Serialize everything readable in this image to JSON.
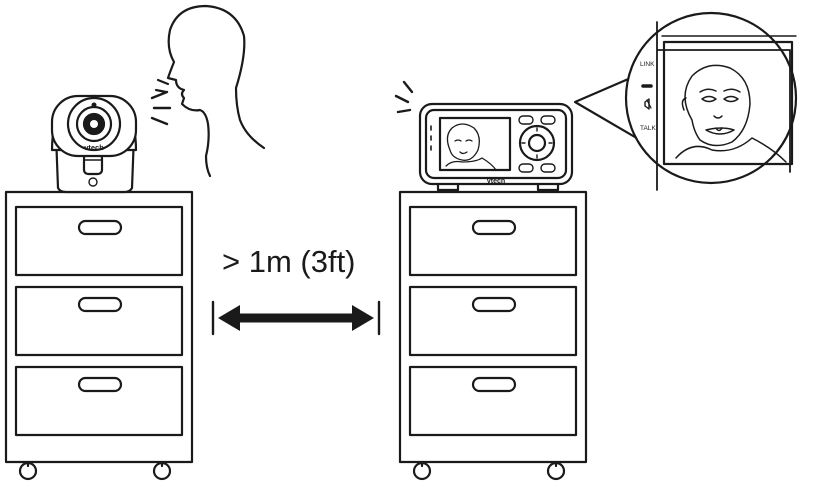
{
  "distance": {
    "label": "> 1m (3ft)"
  },
  "camera": {
    "brand": "vtech"
  },
  "monitor": {
    "brand": "vtech"
  },
  "zoom": {
    "labels": [
      "LINK",
      "TALK"
    ]
  }
}
